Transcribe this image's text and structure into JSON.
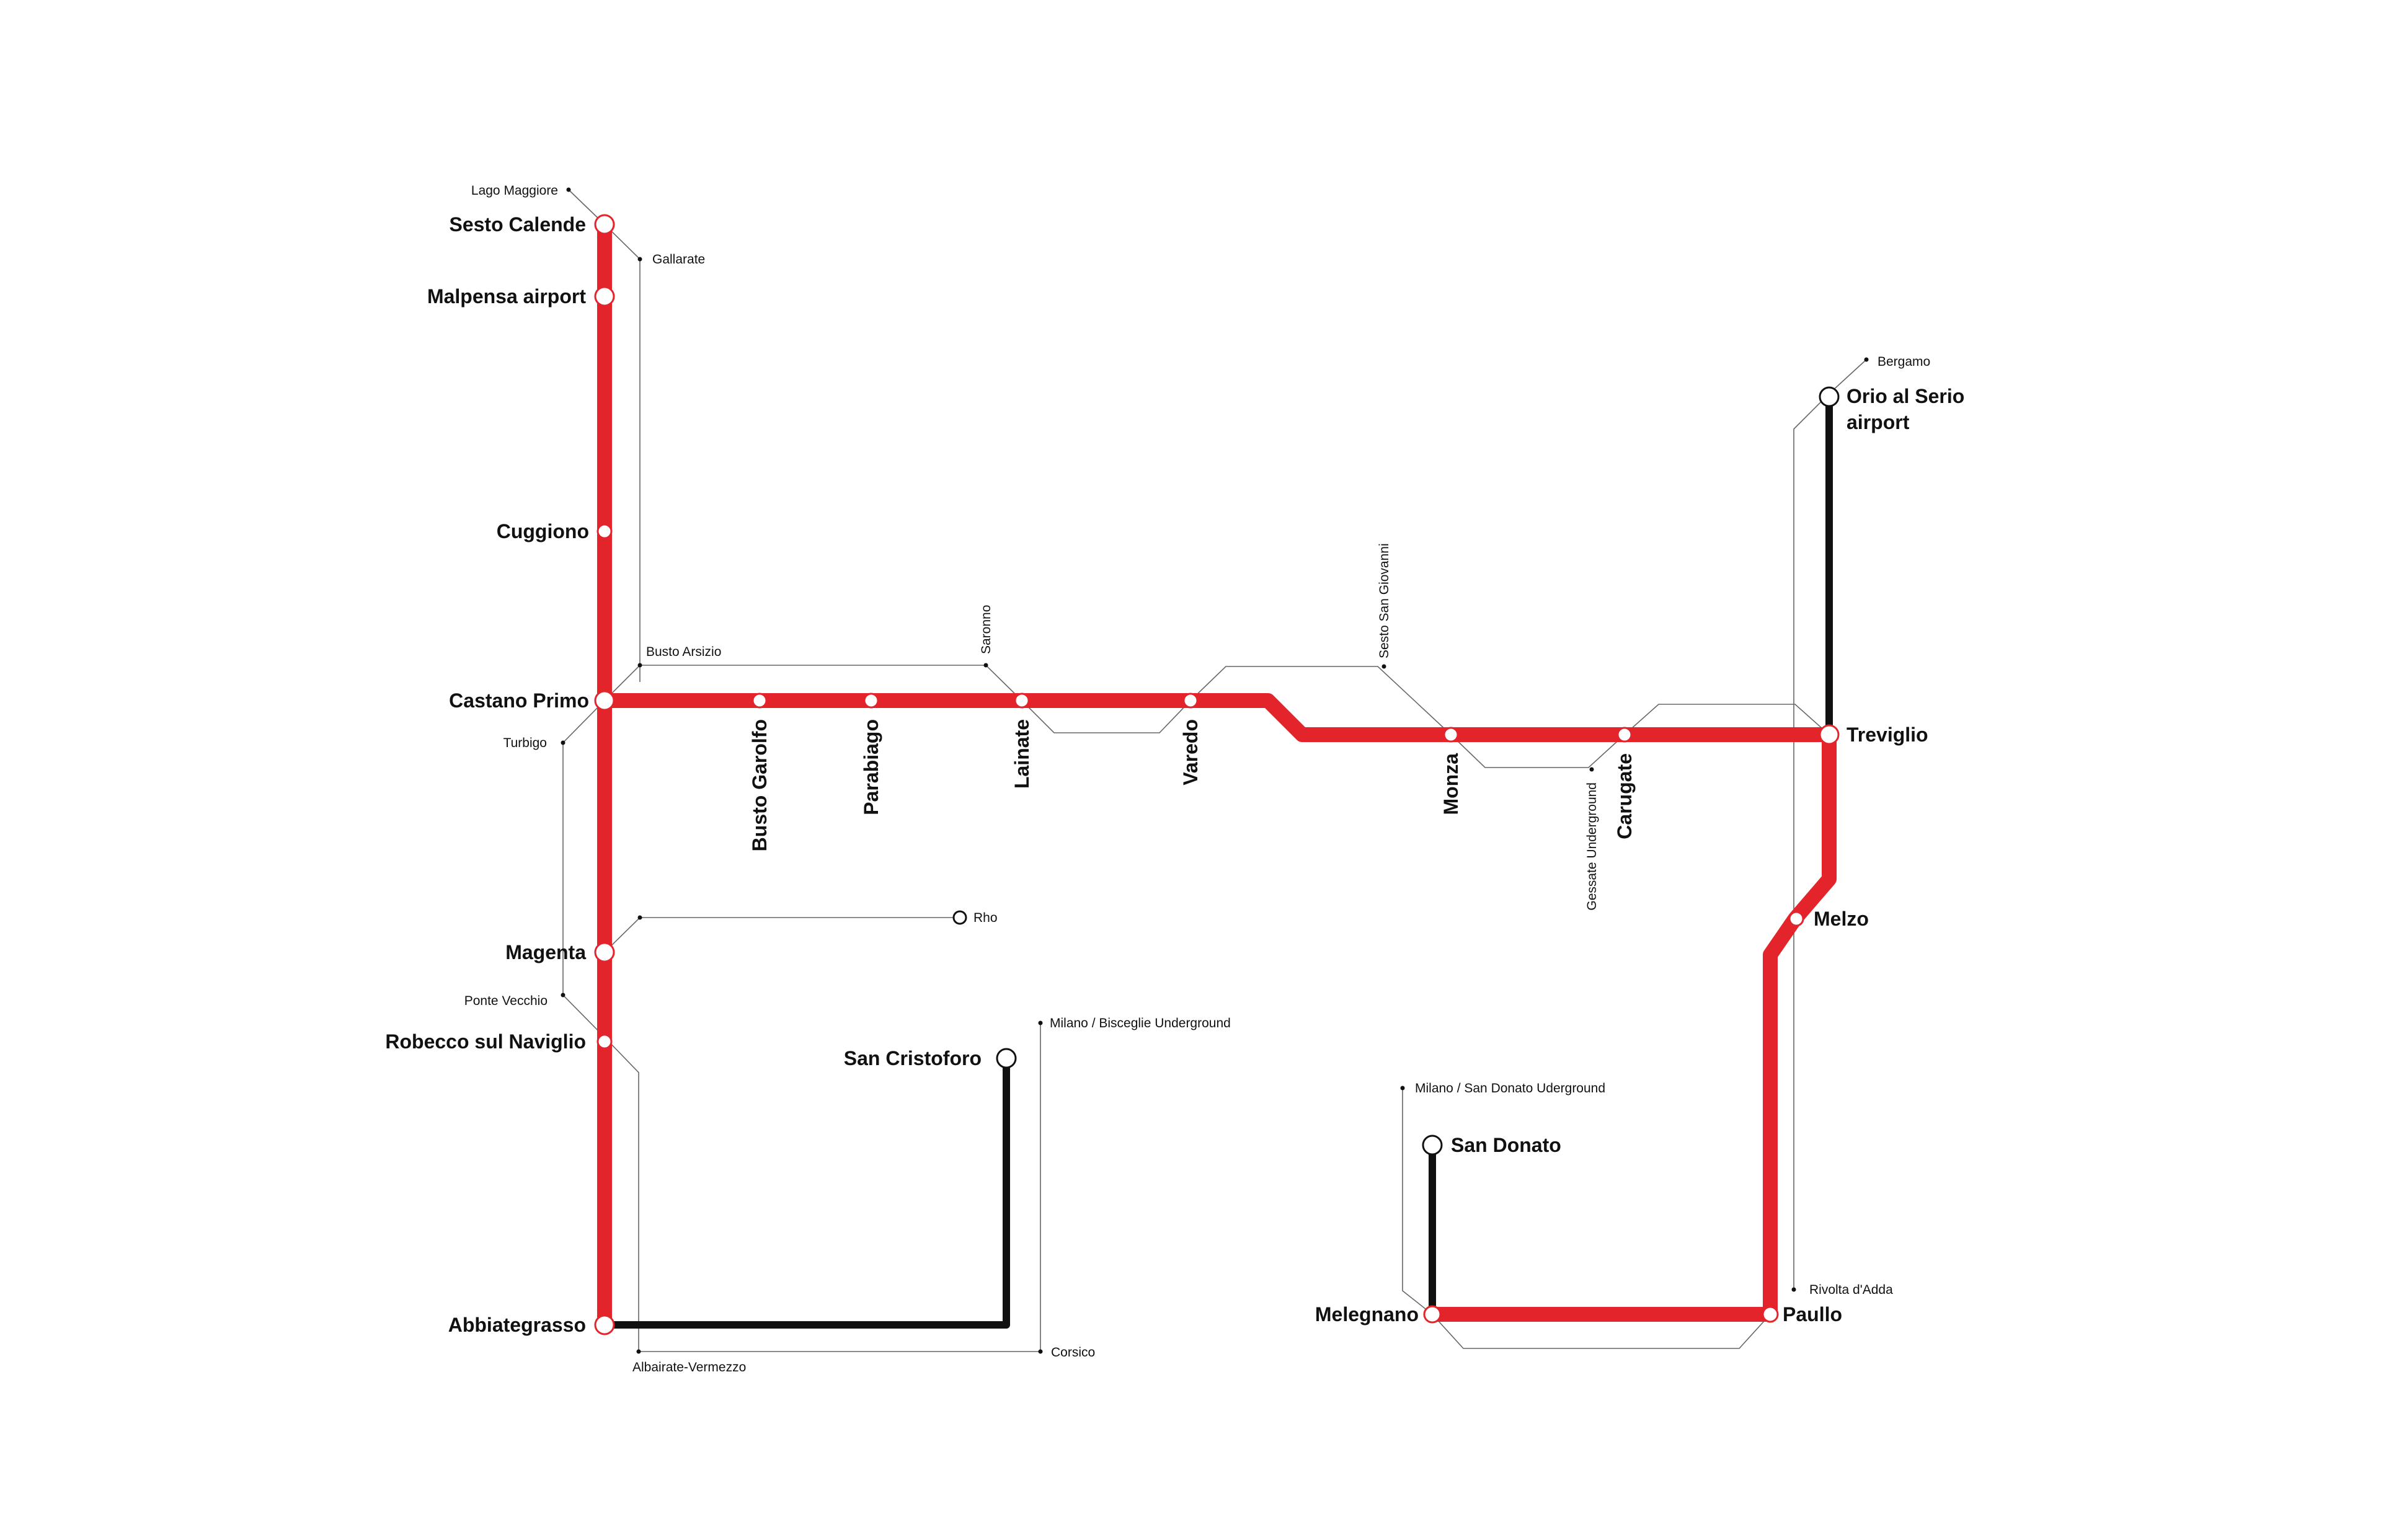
{
  "colors": {
    "main_line": "#e3242b",
    "branch_line": "#111111",
    "connections": "#666666",
    "background": "#ffffff"
  },
  "stations": {
    "sesto_calende": "Sesto Calende",
    "malpensa_airport": "Malpensa airport",
    "cuggiono": "Cuggiono",
    "castano_primo": "Castano Primo",
    "magenta": "Magenta",
    "robecco": "Robecco sul Naviglio",
    "abbiategrasso": "Abbiategrasso",
    "busto_garolfo": "Busto Garolfo",
    "parabiago": "Parabiago",
    "lainate": "Lainate",
    "varedo": "Varedo",
    "monza": "Monza",
    "carugate": "Carugate",
    "treviglio": "Treviglio",
    "orio_line1": "Orio al Serio",
    "orio_line2": "airport",
    "melzo": "Melzo",
    "paullo": "Paullo",
    "melegnano": "Melegnano",
    "san_donato": "San Donato",
    "san_cristoforo": "San Cristoforo"
  },
  "connections": {
    "lago_maggiore": "Lago Maggiore",
    "gallarate": "Gallarate",
    "busto_arsizio": "Busto Arsizio",
    "saronno": "Saronno",
    "sesto_san_giovanni": "Sesto San Giovanni",
    "turbigo": "Turbigo",
    "rho": "Rho",
    "ponte_vecchio": "Ponte Vecchio",
    "gessate": "Gessate Underground",
    "bergamo": "Bergamo",
    "milano_bisceglie": "Milano / Bisceglie Underground",
    "milano_san_donato": "Milano / San Donato Uderground",
    "rivolta": "Rivolta d'Adda",
    "albairate": "Albairate-Vermezzo",
    "corsico": "Corsico"
  }
}
